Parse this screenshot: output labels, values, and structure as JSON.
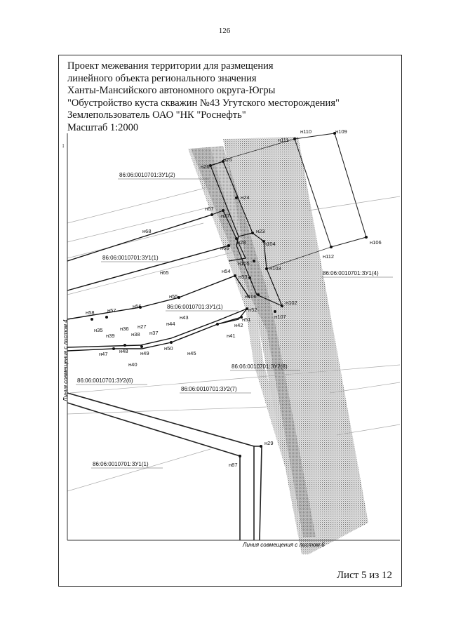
{
  "page_number": "126",
  "title_lines": [
    "Проект межевания территории для размещения",
    "линейного объекта регионального значения",
    "Ханты-Мансийского автономного округа-Югры",
    "\"Обустройство куста скважин №43 Угутского месторождения\"",
    "Землепользователь ОАО \"НК \"Роснефть\"",
    "Масштаб 1:2000"
  ],
  "sheet_label": "Лист 5 из 12",
  "match_line_left": "Линия совмещения с листом 4",
  "match_line_bottom": "Линия совмещения с листом 6",
  "parcel_labels": [
    "86:06:0010701:ЗУ1(2)",
    "86:06:0010701:ЗУ1(1)",
    "86:06:0010701:ЗУ1(1)",
    "86:06:0010701:ЗУ1(4)",
    "86:06:0010701:ЗУ2(8)",
    "86:06:0010701:ЗУ2(6)",
    "86:06:0010701:ЗУ2(7)",
    "86:06:0010701:ЗУ1(1)"
  ],
  "point_labels": [
    "н110",
    "н109",
    "н111",
    "н25",
    "н26",
    "н24",
    "н67",
    "н27",
    "н68",
    "н23",
    "н28",
    "н104",
    "н106",
    "н66",
    "н112",
    "н65",
    "н105",
    "н103",
    "н54",
    "н53",
    "н55",
    "н106",
    "н102",
    "н56",
    "н52",
    "н58",
    "н57",
    "н107",
    "н43",
    "н51",
    "н44",
    "н42",
    "н35",
    "н36",
    "н27",
    "н37",
    "н41",
    "н39",
    "н38",
    "н47",
    "н48",
    "н49",
    "н50",
    "н45",
    "н40",
    "н29",
    "н87"
  ]
}
